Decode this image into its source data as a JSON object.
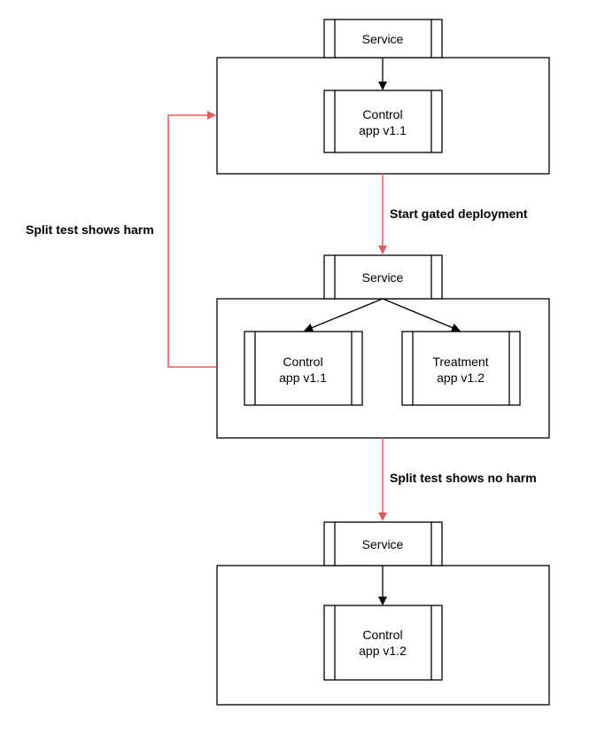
{
  "colors": {
    "stroke": "#000000",
    "red_arrow": "#e55a5a",
    "background": "#ffffff"
  },
  "stage1": {
    "service": "Service",
    "control": {
      "line1": "Control",
      "line2": "app v1.1"
    }
  },
  "stage2": {
    "service": "Service",
    "control": {
      "line1": "Control",
      "line2": "app v1.1"
    },
    "treatment": {
      "line1": "Treatment",
      "line2": "app v1.2"
    }
  },
  "stage3": {
    "service": "Service",
    "control": {
      "line1": "Control",
      "line2": "app v1.2"
    }
  },
  "edges": {
    "start_gated": "Start gated deployment",
    "shows_harm": "Split test shows harm",
    "shows_no_harm": "Split test shows no harm"
  }
}
